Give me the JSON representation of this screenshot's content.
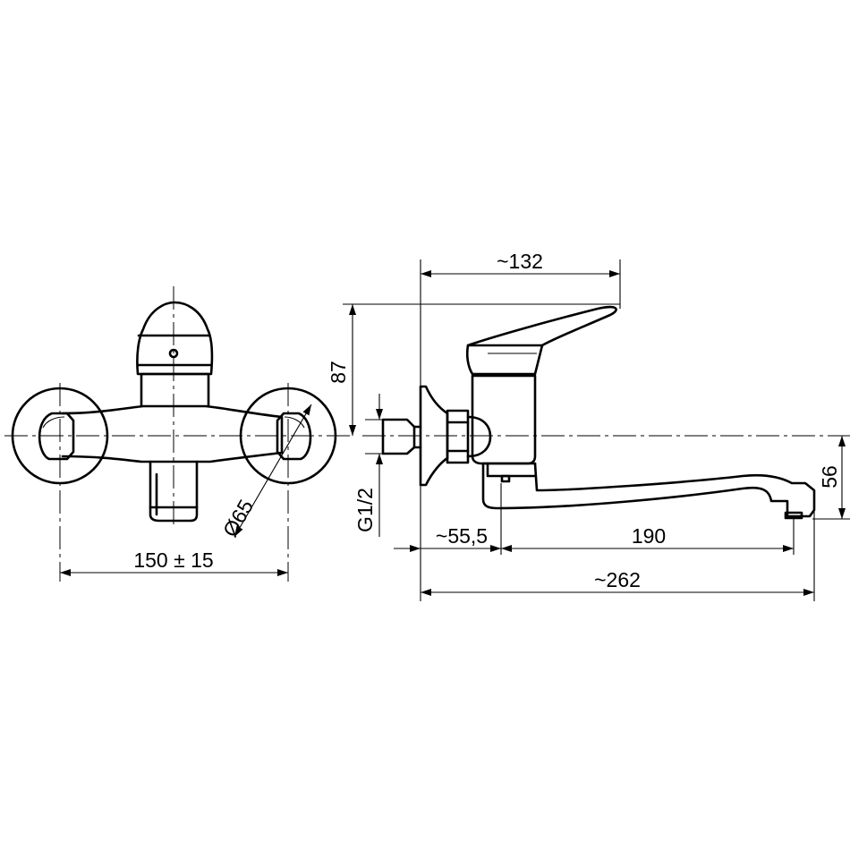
{
  "dimensions": {
    "center_distance": "150 ± 15",
    "rosette_diameter": "Ø65",
    "lever_reach": "~132",
    "height_above_axis": "87",
    "connection_thread": "G1/2",
    "wall_to_spout": "~55,5",
    "spout_reach": "190",
    "total_length": "~262",
    "outlet_drop": "56"
  },
  "colors": {
    "line": "#000000",
    "background": "#ffffff"
  }
}
